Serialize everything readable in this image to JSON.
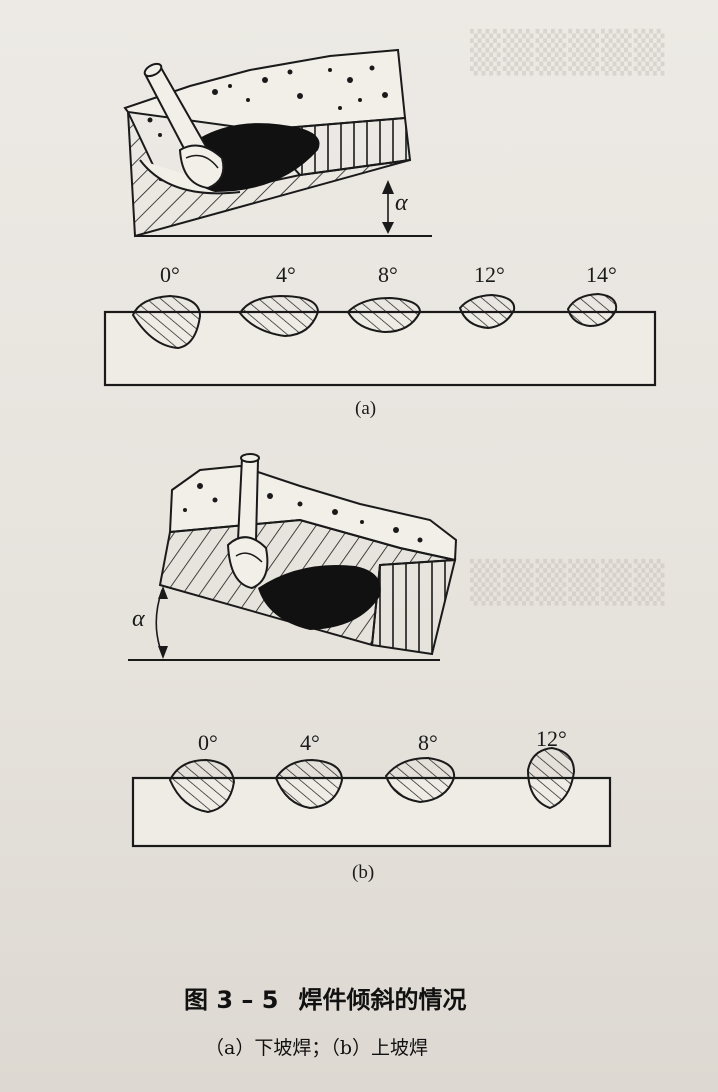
{
  "figure_a": {
    "alpha": "α",
    "angles": [
      "0°",
      "4°",
      "8°",
      "12°",
      "14°"
    ],
    "label": "(a)"
  },
  "figure_b": {
    "alpha": "α",
    "angles": [
      "0°",
      "4°",
      "8°",
      "12°"
    ],
    "label": "(b)"
  },
  "caption": {
    "number": "图 3 – 5",
    "title": "焊件倾斜的情况",
    "subtitle": "（a）下坡焊；（b）上坡焊"
  }
}
